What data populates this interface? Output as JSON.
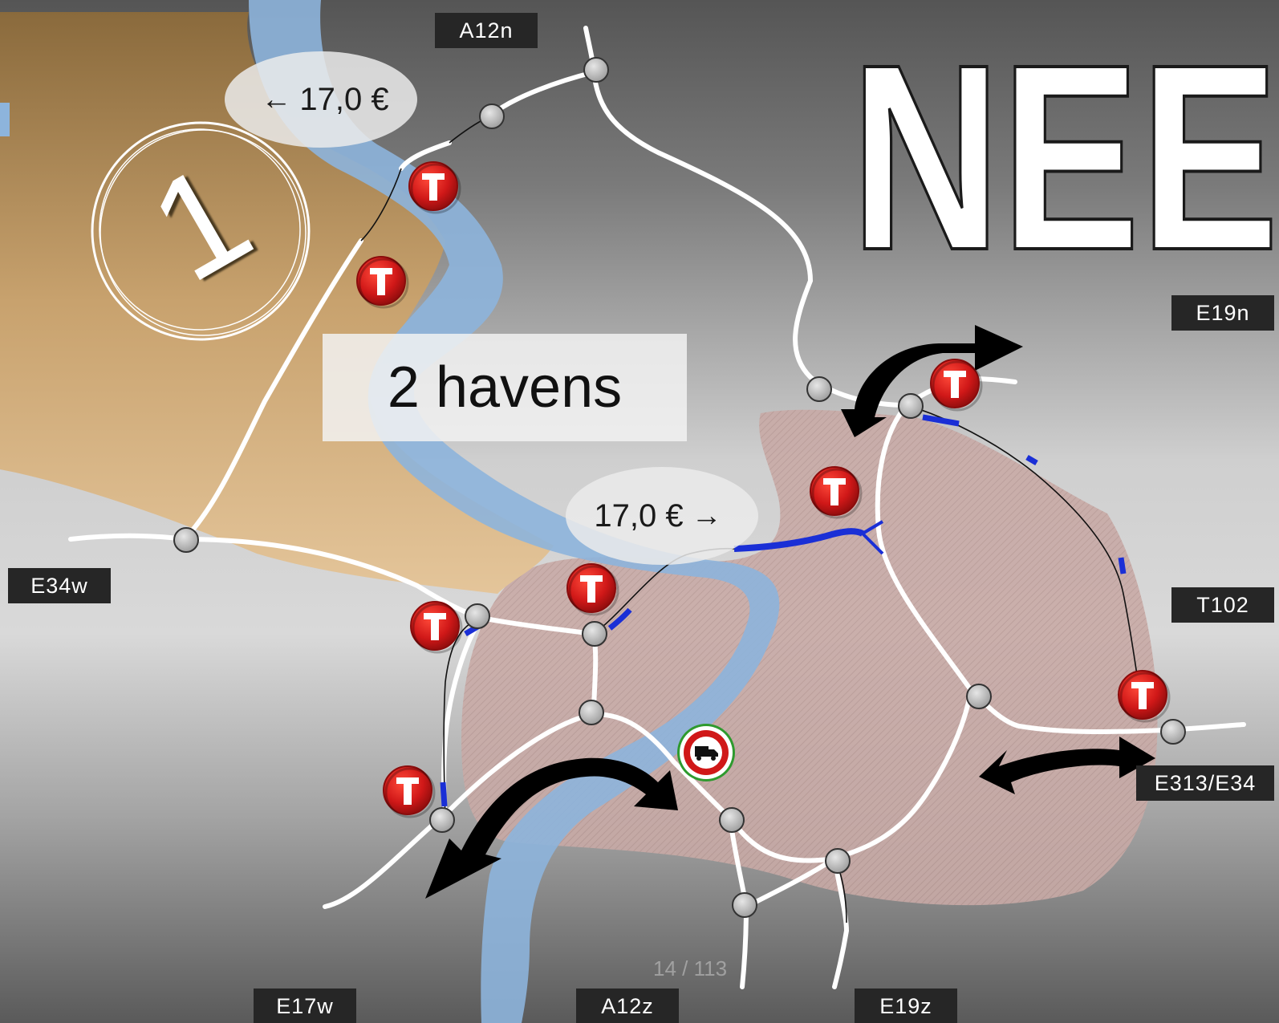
{
  "title": "NEE",
  "ports_label": "2 havens",
  "zone_number": "1",
  "page_number": "14 / 113",
  "toll_west": {
    "arrow": "←",
    "amount": "17,0 €"
  },
  "toll_east": {
    "amount": "17,0 €",
    "arrow": "→"
  },
  "road_labels": {
    "a12n": "A12n",
    "e19n": "E19n",
    "e34w": "E34w",
    "t102": "T102",
    "e313_e34": "E313/E34",
    "e17w": "E17w",
    "a12z": "A12z",
    "e19z": "E19z"
  },
  "icons": {
    "tunnel": "tunnel-T-icon",
    "junction": "junction-circle-icon",
    "truck_ban": "no-trucks-sign-icon",
    "traffic_arrow": "curved-double-arrow-icon"
  },
  "colors": {
    "river": "#8db4dc",
    "land_zone": "#c9a26b",
    "city_zone": "#c9a9a4",
    "tunnel_red": "#d01818",
    "road": "#ffffff",
    "tunnel_section": "#1a2fd6",
    "label_bg": "#262626"
  }
}
